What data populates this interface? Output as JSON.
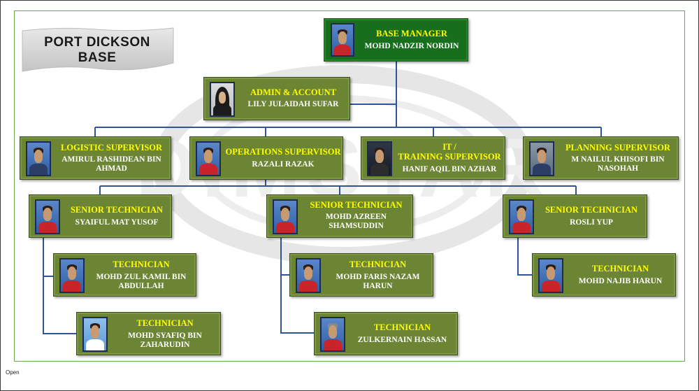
{
  "title": "PORT DICKSON\nBASE",
  "footer": "Open",
  "watermark_text": "DIMSTAR",
  "colors": {
    "box_fill": "#6b8534",
    "manager_fill": "#176e1d",
    "role_text": "#ffff00",
    "name_text": "#ffffff",
    "connector": "#2f5597",
    "slide_border": "#6aa84f"
  },
  "positions": {
    "manager": {
      "role": "BASE MANAGER",
      "name": "MOHD NADZIR NORDIN"
    },
    "admin": {
      "role": "ADMIN & ACCOUNT",
      "name": "LILY JULAIDAH SUFAR"
    },
    "logistic": {
      "role": "LOGISTIC SUPERVISOR",
      "name": "AMIRUL RASHIDEAN BIN\nAHMAD"
    },
    "operations": {
      "role": "OPERATIONS SUPERVISOR",
      "name": "RAZALI RAZAK"
    },
    "it": {
      "role": "IT /\nTRAINING SUPERVISOR",
      "name": "HANIF AQIL BIN AZHAR"
    },
    "planning": {
      "role": "PLANNING SUPERVISOR",
      "name": "M NAILUL KHISOFI BIN\nNASOHAH"
    },
    "senior1": {
      "role": "SENIOR TECHNICIAN",
      "name": "SYAIFUL MAT YUSOF"
    },
    "senior2": {
      "role": "SENIOR TECHNICIAN",
      "name": "MOHD AZREEN\nSHAMSUDDIN"
    },
    "senior3": {
      "role": "SENIOR TECHNICIAN",
      "name": "ROSLI YUP"
    },
    "tech1": {
      "role": "TECHNICIAN",
      "name": "MOHD ZUL KAMIL BIN\nABDULLAH"
    },
    "tech2": {
      "role": "TECHNICIAN",
      "name": "MOHD SYAFIQ BIN\nZAHARUDIN"
    },
    "tech3": {
      "role": "TECHNICIAN",
      "name": "MOHD FARIS NAZAM\nHARUN"
    },
    "tech4": {
      "role": "TECHNICIAN",
      "name": "ZULKERNAIN HASSAN"
    },
    "tech5": {
      "role": "TECHNICIAN",
      "name": "MOHD NAJIB HARUN"
    }
  }
}
